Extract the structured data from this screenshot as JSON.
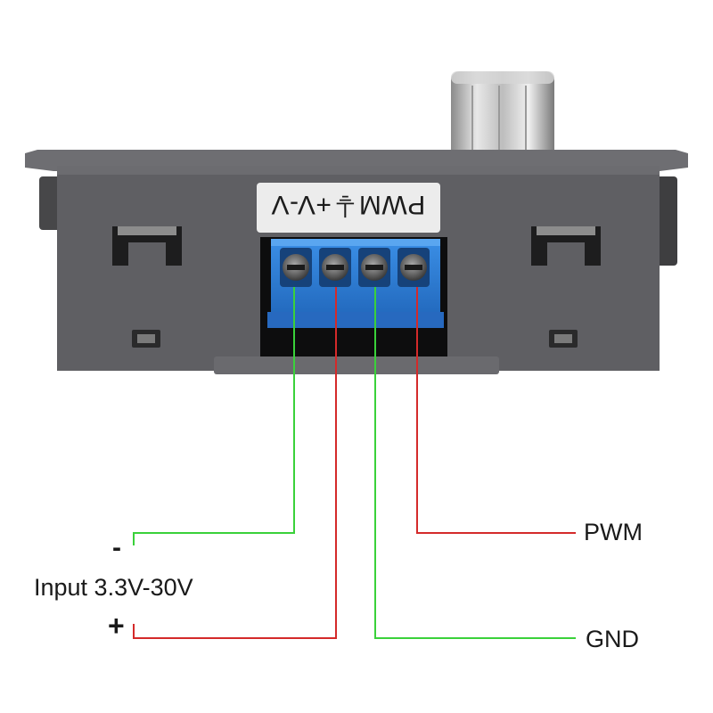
{
  "device": {
    "terminal_label": "PWM⏚+V-V",
    "colors": {
      "housing": "#5f5f63",
      "terminal_block": "#2f7fd8",
      "knob": "#c8c8c8"
    }
  },
  "wiring": {
    "colors": {
      "negative": "#3ad13a",
      "positive": "#d42a2a"
    },
    "labels": {
      "minus": "-",
      "input": "Input 3.3V-30V",
      "plus": "+",
      "pwm": "PWM",
      "gnd": "GND"
    }
  }
}
